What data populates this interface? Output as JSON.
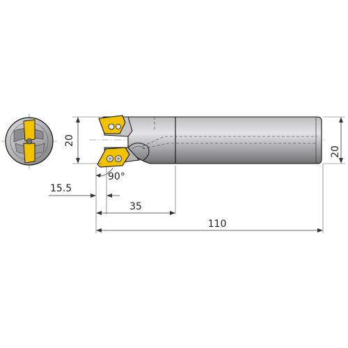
{
  "drawing": {
    "colors": {
      "body_light": "#d3d3d5",
      "body_mid": "#a9a9ab",
      "body_dark": "#6f6f72",
      "insert": "#f2c200",
      "insert_dark": "#c99a00",
      "outline": "#111111",
      "dimension": "#333333"
    },
    "dimensions": {
      "diameter_left": "20",
      "diameter_right": "20",
      "angle": "90°",
      "length_small": "15.5",
      "length_mid": "35",
      "length_total": "110"
    },
    "icons": [
      "end-view-icon",
      "side-view-icon",
      "insert-icon",
      "screw-icon"
    ]
  }
}
